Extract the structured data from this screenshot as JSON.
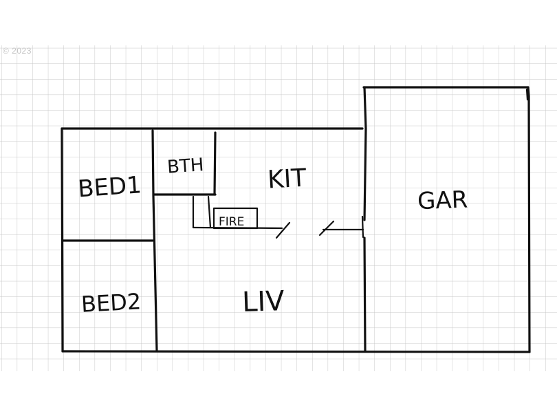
{
  "watermark": "© 2023",
  "rooms": {
    "bed1": "BED1",
    "bed2": "BED2",
    "bath": "BTH",
    "kitchen": "KIT",
    "fireplace": "FIRE",
    "living": "LIV",
    "garage": "GAR"
  },
  "colors": {
    "background": "#ffffff",
    "grid": "#c8c8c8",
    "ink": "#111111"
  }
}
